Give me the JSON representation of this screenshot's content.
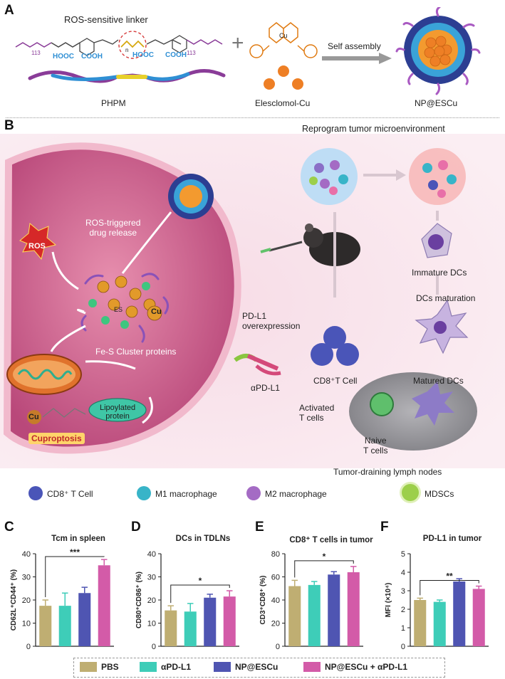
{
  "panels": {
    "a": "A",
    "b": "B",
    "c": "C",
    "d": "D",
    "e": "E",
    "f": "F"
  },
  "panel_a": {
    "linker_label": "ROS-sensitive linker",
    "chem_hooc1": "HOOC",
    "chem_cooh1": "COOH",
    "chem_hooc2": "HOOC",
    "chem_cooh2": "COOH",
    "sub_113_left": "113",
    "sub_n": "n",
    "sub_113_right": "113",
    "polymer_label": "PHPM",
    "drug_label": "Elesclomol-Cu",
    "arrow_label": "Self assembly",
    "np_label": "NP@ESCu",
    "plus": "+"
  },
  "panel_b": {
    "reprogram": "Reprogram tumor microenvironment",
    "ros_release": "ROS-triggered\ndrug release",
    "ros": "ROS",
    "fes": "Fe-S Cluster proteins",
    "cu": "Cu",
    "es": "ES",
    "lipoylated": "Lipoylated\nprotein",
    "cuproptosis": "Cuproptosis",
    "pdl1_over": "PD-L1\noverexpression",
    "apdl1": "αPD-L1",
    "immature": "Immature DCs",
    "maturation": "DCs maturation",
    "matured": "Matured DCs",
    "cd8": "CD8⁺T Cell",
    "activated": "Activated\nT cells",
    "naive": "Naive\nT cells",
    "tdln": "Tumor-draining lymph nodes"
  },
  "cell_legend": [
    {
      "label": "CD8⁺ T Cell",
      "color": "#4a55b8"
    },
    {
      "label": "M1 macrophage",
      "color": "#38b4c8"
    },
    {
      "label": "M2 macrophage",
      "color": "#a46bc4"
    },
    {
      "label": "MDSCs",
      "color": "#9ccf4a"
    }
  ],
  "bar_legend": [
    {
      "label": "PBS",
      "color": "#bfae72"
    },
    {
      "label": "αPD-L1",
      "color": "#3ecdb8"
    },
    {
      "label": "NP@ESCu",
      "color": "#4f55b2"
    },
    {
      "label": "NP@ESCu + αPD-L1",
      "color": "#d35ba8"
    }
  ],
  "chart_data": [
    {
      "type": "bar",
      "title": "Tcm in spleen",
      "ylabel": "CD62L⁺CD44⁺ (%)",
      "categories": [
        "PBS",
        "αPD-L1",
        "NP@ESCu",
        "NP@ESCu + αPD-L1"
      ],
      "values": [
        17.5,
        17.5,
        23,
        35
      ],
      "errors": [
        2.5,
        5.5,
        2.5,
        2.5
      ],
      "ylim": [
        0,
        40
      ],
      "yticks": [
        "0",
        "10",
        "20",
        "30",
        "40"
      ],
      "significance": "***"
    },
    {
      "type": "bar",
      "title": "DCs in TDLNs",
      "ylabel": "CD80⁺CD86⁺ (%)",
      "categories": [
        "PBS",
        "αPD-L1",
        "NP@ESCu",
        "NP@ESCu + αPD-L1"
      ],
      "values": [
        15.5,
        15,
        21,
        21.5
      ],
      "errors": [
        2,
        3.5,
        1.5,
        2.5
      ],
      "ylim": [
        0,
        40
      ],
      "yticks": [
        "0",
        "10",
        "20",
        "30",
        "40"
      ],
      "significance": "*"
    },
    {
      "type": "bar",
      "title": "CD8⁺ T cells in tumor",
      "ylabel": "CD3⁺CD8⁺ (%)",
      "categories": [
        "PBS",
        "αPD-L1",
        "NP@ESCu",
        "NP@ESCu + αPD-L1"
      ],
      "values": [
        52,
        53,
        62,
        64
      ],
      "errors": [
        5,
        3,
        2.5,
        5
      ],
      "ylim": [
        0,
        80
      ],
      "yticks": [
        "0",
        "20",
        "40",
        "60",
        "80"
      ],
      "significance": "*"
    },
    {
      "type": "bar",
      "title": "PD-L1 in tumor",
      "ylabel": "MFI (×10⁴)",
      "categories": [
        "PBS",
        "αPD-L1",
        "NP@ESCu",
        "NP@ESCu + αPD-L1"
      ],
      "values": [
        2.5,
        2.4,
        3.5,
        3.1
      ],
      "errors": [
        0.1,
        0.1,
        0.15,
        0.15
      ],
      "ylim": [
        0,
        5
      ],
      "yticks": [
        "0",
        "1",
        "2",
        "3",
        "4",
        "5"
      ],
      "significance": "**"
    }
  ]
}
